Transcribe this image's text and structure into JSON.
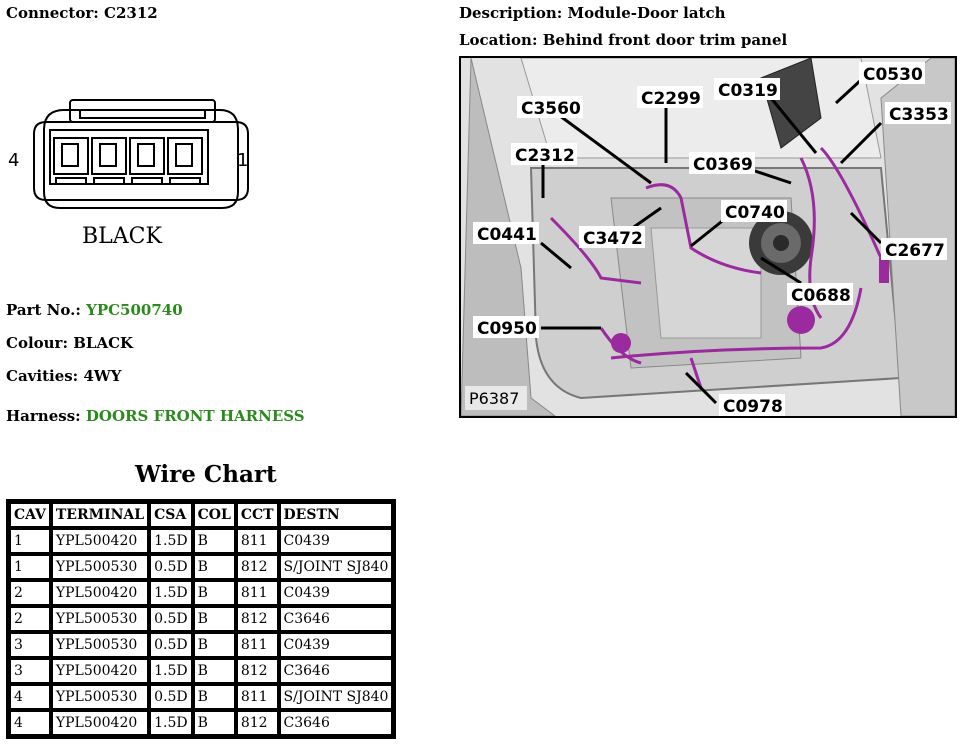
{
  "header": {
    "connector_label": "Connector:",
    "connector_value": "C2312",
    "description_label": "Description:",
    "description_value": "Module-Door latch",
    "location_label": "Location:",
    "location_value": "Behind front door trim panel"
  },
  "connector": {
    "pin_left": "4",
    "pin_right": "1",
    "colour_text": "BLACK"
  },
  "details": {
    "part_label": "Part No.:",
    "part_value": "YPC500740",
    "colour_label": "Colour:",
    "colour_value": "BLACK",
    "cavities_label": "Cavities:",
    "cavities_value": "4WY",
    "harness_label": "Harness:",
    "harness_value": "DOORS FRONT HARNESS"
  },
  "wire_chart": {
    "title": "Wire Chart",
    "headers": [
      "CAV",
      "TERMINAL",
      "CSA",
      "COL",
      "CCT",
      "DESTN"
    ],
    "rows": [
      [
        "1",
        "YPL500420",
        "1.5D",
        "B",
        "811",
        "C0439"
      ],
      [
        "1",
        "YPL500530",
        "0.5D",
        "B",
        "812",
        "S/JOINT SJ840"
      ],
      [
        "2",
        "YPL500420",
        "1.5D",
        "B",
        "811",
        "C0439"
      ],
      [
        "2",
        "YPL500530",
        "0.5D",
        "B",
        "812",
        "C3646"
      ],
      [
        "3",
        "YPL500530",
        "0.5D",
        "B",
        "811",
        "C0439"
      ],
      [
        "3",
        "YPL500420",
        "1.5D",
        "B",
        "812",
        "C3646"
      ],
      [
        "4",
        "YPL500530",
        "0.5D",
        "B",
        "811",
        "S/JOINT SJ840"
      ],
      [
        "4",
        "YPL500420",
        "1.5D",
        "B",
        "812",
        "C3646"
      ]
    ]
  },
  "photo": {
    "ref": "P6387",
    "callouts": [
      "C0530",
      "C0319",
      "C2299",
      "C3560",
      "C3353",
      "C2312",
      "C0369",
      "C0740",
      "C0441",
      "C3472",
      "C2677",
      "C0688",
      "C0950",
      "C0978"
    ],
    "colors": {
      "harness": "#9b2a9e",
      "panel": "#c4c4c4",
      "speaker": "#3a3a3a"
    }
  }
}
